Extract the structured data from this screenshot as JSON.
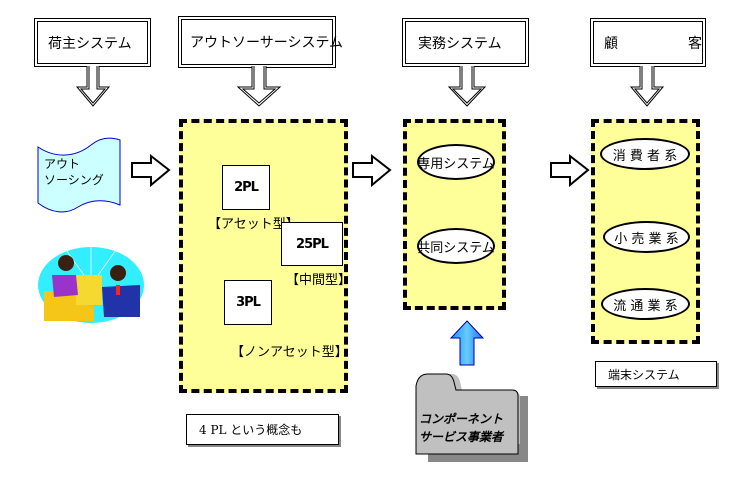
{
  "headers": [
    {
      "label": "荷主システム"
    },
    {
      "label": "アウトソーサーシステム"
    },
    {
      "label": "実務システム"
    },
    {
      "label": "顧　　　　　客"
    }
  ],
  "outsourcing_banner": {
    "line1": "アウト",
    "line2": "ソーシング"
  },
  "outsourcer_panel": {
    "items": [
      {
        "label": "2PL",
        "type": "【アセット型】"
      },
      {
        "label": "25PL",
        "type": "【中間型】"
      },
      {
        "label": "3PL",
        "type": "【ノンアセット型】"
      }
    ],
    "note": "4 PL という概念も"
  },
  "business_panel": {
    "items": [
      {
        "label": "専用システム"
      },
      {
        "label": "共同システム"
      }
    ]
  },
  "component_vendor": {
    "line1": "コンポーネント",
    "line2": "サービス事業者"
  },
  "customer_panel": {
    "items": [
      {
        "label": "消 費 者 系"
      },
      {
        "label": "小 売 業 系"
      },
      {
        "label": "流 通 業 系"
      }
    ],
    "note": "端末システム"
  },
  "colors": {
    "panel_fill": "#ffff99",
    "banner_fill": "#ccffff",
    "banner_border": "#0000cc",
    "up_arrow": "#33aaff",
    "folder_fill": "#c0c0c0"
  }
}
